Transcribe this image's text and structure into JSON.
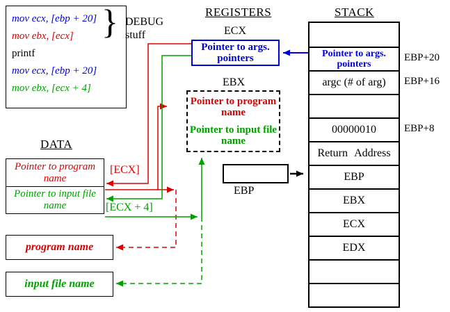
{
  "colors": {
    "blue": "#0000dd",
    "red": "#dd0000",
    "green": "#00a000",
    "black": "#000000"
  },
  "code_panel": {
    "lines": [
      {
        "text": "mov ecx, [ebp + 20]",
        "color": "blue"
      },
      {
        "text": "mov ebx, [ecx]",
        "color": "red"
      },
      {
        "text": "printf",
        "color": "black"
      },
      {
        "text": "mov ecx, [ebp + 20]",
        "color": "blue"
      },
      {
        "text": "mov ebx, [ecx + 4]",
        "color": "green"
      }
    ],
    "brace": "}",
    "annotation": "DEBUG stuff"
  },
  "registers": {
    "heading": "REGISTERS",
    "ecx": {
      "label": "ECX",
      "value": "Pointer to args. pointers",
      "color": "blue"
    },
    "ebx": {
      "label": "EBX",
      "values": [
        {
          "text": "Pointer to program name",
          "color": "red"
        },
        {
          "text": "Pointer to input file name",
          "color": "green"
        }
      ]
    }
  },
  "stack": {
    "heading": "STACK",
    "rows": [
      {
        "label": ""
      },
      {
        "label": "Pointer to args. pointers",
        "color": "blue"
      },
      {
        "label": "argc (# of arg)"
      },
      {
        "label": ""
      },
      {
        "label": "00000010"
      },
      {
        "label": "Return Address"
      },
      {
        "label": "EBP"
      },
      {
        "label": "EBX"
      },
      {
        "label": "ECX"
      },
      {
        "label": "EDX"
      },
      {
        "label": ""
      },
      {
        "label": ""
      }
    ],
    "side_labels": [
      {
        "text": "EBP+20"
      },
      {
        "text": "EBP+16"
      },
      {
        "text": "EBP+8"
      }
    ]
  },
  "data_section": {
    "heading": "DATA",
    "rows": [
      {
        "text": "Pointer to program name",
        "color": "red"
      },
      {
        "text": "Pointer to input file name",
        "color": "green"
      }
    ],
    "offset_labels": {
      "ecx": "[ECX]",
      "ecx4": "[ECX + 4]"
    }
  },
  "strings": {
    "program_name": "program name",
    "input_file_name": "input file name"
  },
  "ebp_pointer": {
    "label": "EBP"
  }
}
